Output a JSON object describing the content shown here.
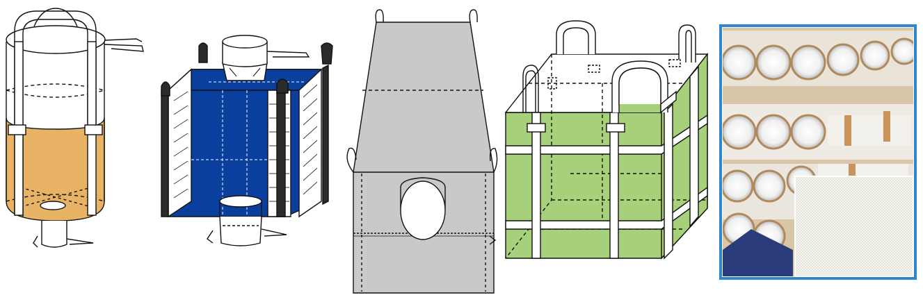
{
  "figure": {
    "panels": [
      {
        "id": "round-bag",
        "fill_color": "#E8B364"
      },
      {
        "id": "baffle-bag",
        "fill_color": "#0B3F9E"
      },
      {
        "id": "flat-bag",
        "fill_color": "#C8C9CA"
      },
      {
        "id": "square-bag",
        "fill_color": "#A6D07A"
      },
      {
        "id": "fabric-photo",
        "frame_color": "#2F86C9"
      }
    ],
    "colors": {
      "stroke": "#111111",
      "white": "#ffffff",
      "tan": "#C9935C",
      "dark": "#2b2b2b"
    }
  }
}
